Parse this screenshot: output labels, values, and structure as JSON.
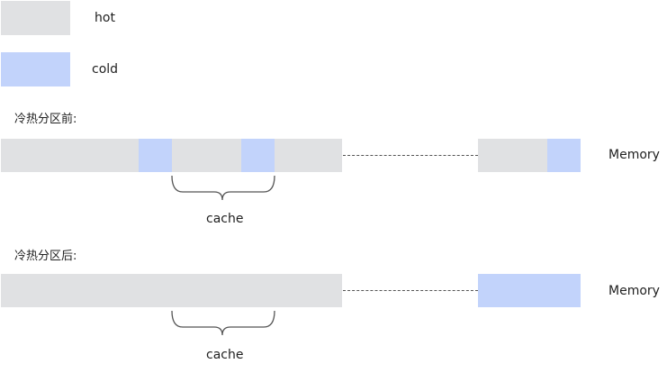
{
  "legend": {
    "hot_label": "hot",
    "cold_label": "cold",
    "hot_color": "#e0e1e3",
    "cold_color": "#c2d3fb"
  },
  "before": {
    "title": "冷热分区前:",
    "cache_label": "cache",
    "memory_label": "Memory"
  },
  "after": {
    "title": "冷热分区后:",
    "cache_label": "cache",
    "memory_label": "Memory"
  }
}
